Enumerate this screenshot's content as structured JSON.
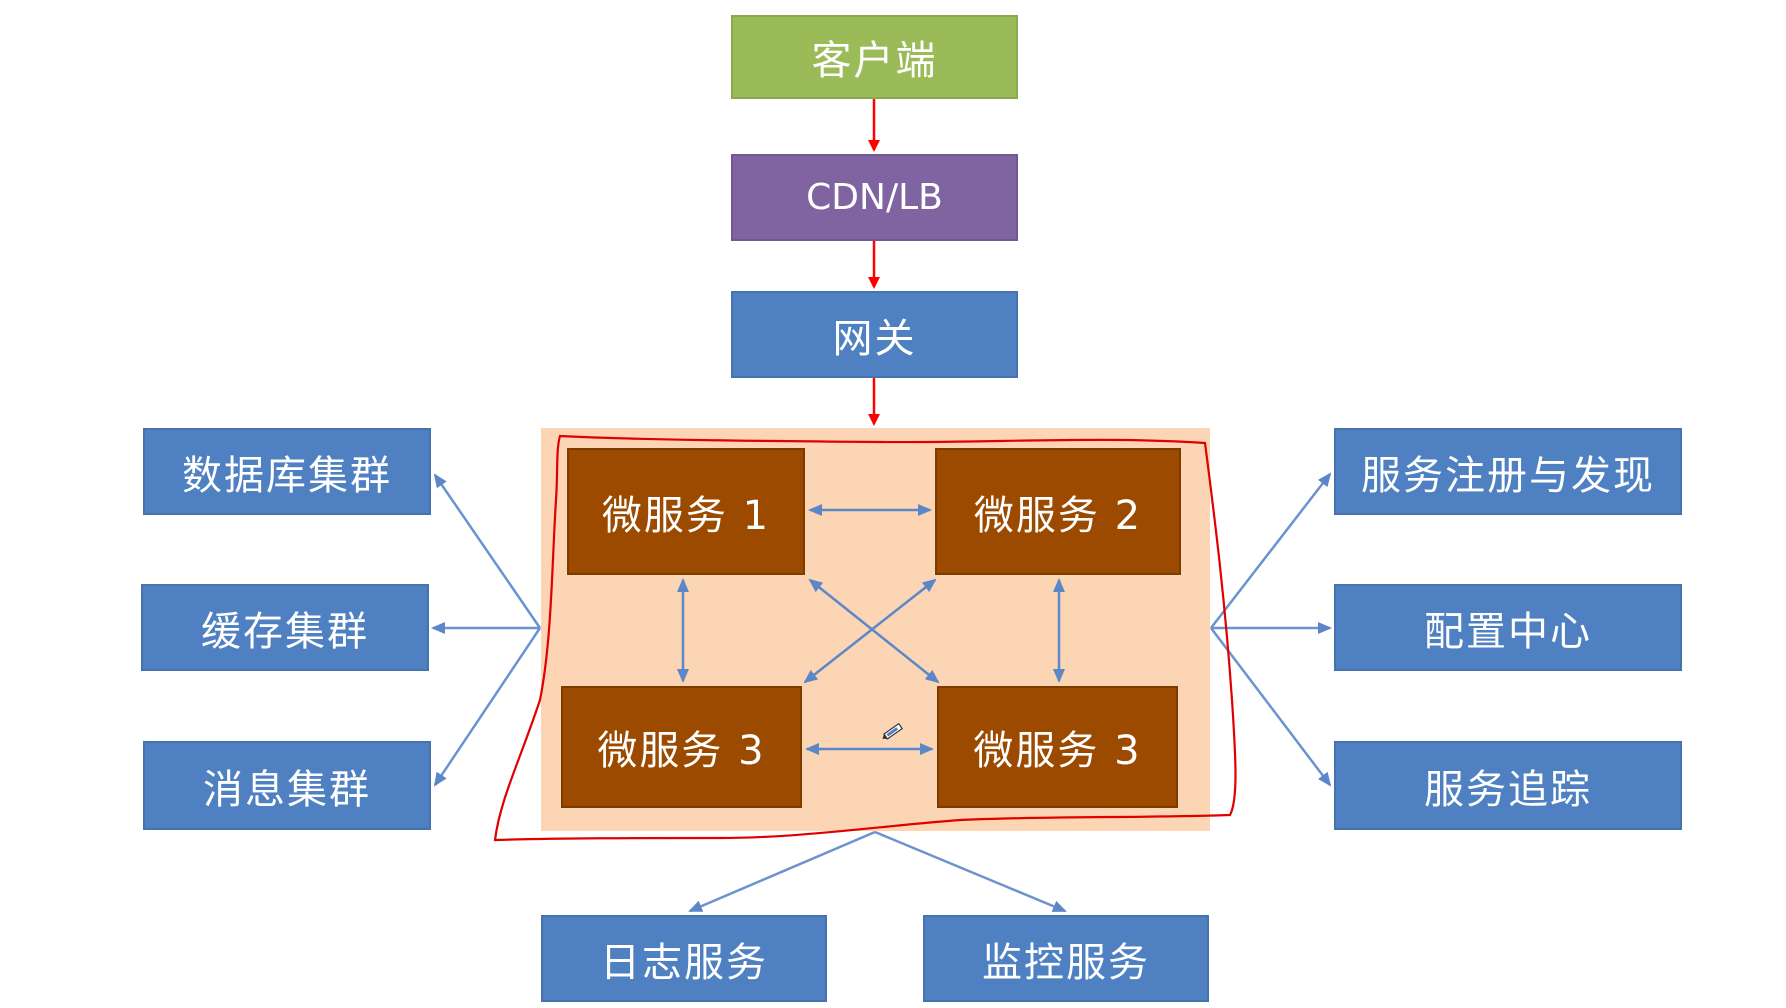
{
  "nodes": {
    "client": "客户端",
    "cdn": "CDN/LB",
    "gateway": "网关",
    "ms1": "微服务 1",
    "ms2": "微服务 2",
    "ms3a": "微服务 3",
    "ms3b": "微服务 3",
    "db_cluster": "数据库集群",
    "cache_cluster": "缓存集群",
    "mq_cluster": "消息集群",
    "registry": "服务注册与发现",
    "config": "配置中心",
    "tracing": "服务追踪",
    "logging": "日志服务",
    "monitoring": "监控服务"
  },
  "colors": {
    "client": "#9bbb59",
    "cdn": "#8064a2",
    "service_blue": "#4f81c2",
    "microservice": "#9c4a00",
    "cluster_bg": "#fcd5b5",
    "arrow_red": "#ff0000",
    "arrow_blue": "#6a93cf",
    "annotation_red": "#e00000"
  }
}
